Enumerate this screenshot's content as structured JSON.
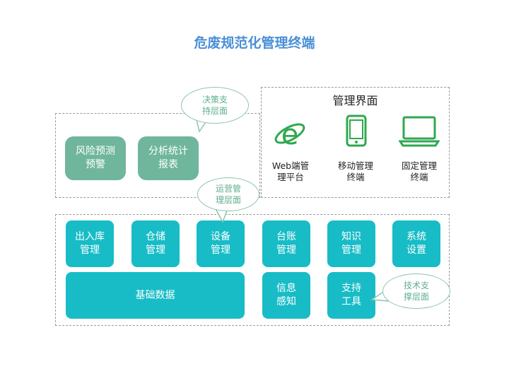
{
  "title": "危废规范化管理终端",
  "decision_layer": {
    "bubble": "决策支\n持层面",
    "tiles": [
      "风险预测\n预警",
      "分析统计\n报表"
    ]
  },
  "management_ui": {
    "title": "管理界面",
    "items": [
      {
        "label": "Web端管\n理平台",
        "icon": "ie-browser-icon"
      },
      {
        "label": "移动管理\n终端",
        "icon": "mobile-phone-icon"
      },
      {
        "label": "固定管理\n终端",
        "icon": "laptop-icon"
      }
    ]
  },
  "operations_layer": {
    "bubble": "运营管\n理层面",
    "modules": [
      "出入库\n管理",
      "仓储\n管理",
      "设备\n管理",
      "台账\n管理",
      "知识\n管理",
      "系统\n设置"
    ],
    "base_data": "基础数据",
    "info_sensing": "信息\n感知",
    "support_tools": "支持\n工具",
    "support_bubble": "技术支\n撑层面"
  },
  "colors": {
    "title": "#4a8fd6",
    "decision_tile": "#6fb69c",
    "operations_tile": "#17bcc6",
    "bubble_border": "#8cc6ae",
    "bubble_text": "#5fae8e",
    "icon_green": "#2fa84f"
  }
}
